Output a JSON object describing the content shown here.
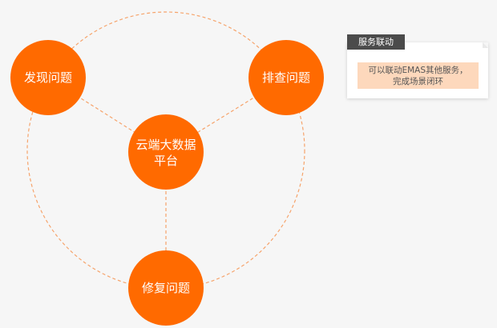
{
  "diagram": {
    "nodes": {
      "discover": "发现问题",
      "investigate": "排查问题",
      "fix": "修复问题",
      "center_line1": "云端大数据",
      "center_line2": "平台"
    }
  },
  "card": {
    "tab": "服务联动",
    "line1": "可以联动EMAS其他服务，",
    "line2": "完成场景闭环"
  },
  "colors": {
    "node_fill": "#ff6a00",
    "dash_stroke": "#f6a46c",
    "tab_bg": "#4b4b4b",
    "note_bg": "#fdd8bc"
  }
}
